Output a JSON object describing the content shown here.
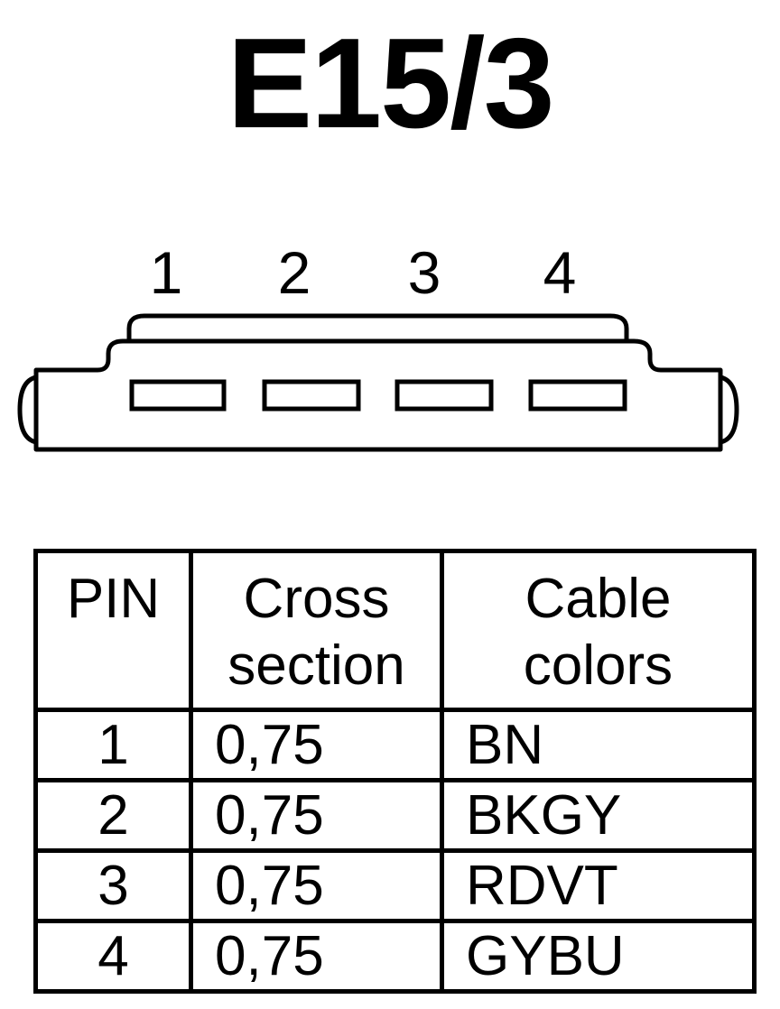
{
  "title": "E15/3",
  "pin_numbers": [
    "1",
    "2",
    "3",
    "4"
  ],
  "table": {
    "headers": {
      "pin": "PIN",
      "cross_line1": "Cross",
      "cross_line2": "section",
      "color_line1": "Cable",
      "color_line2": "colors"
    },
    "rows": [
      {
        "pin": "1",
        "cross": "0,75",
        "color": "BN"
      },
      {
        "pin": "2",
        "cross": "0,75",
        "color": "BKGY"
      },
      {
        "pin": "3",
        "cross": "0,75",
        "color": "RDVT"
      },
      {
        "pin": "4",
        "cross": "0,75",
        "color": "GYBU"
      }
    ]
  }
}
